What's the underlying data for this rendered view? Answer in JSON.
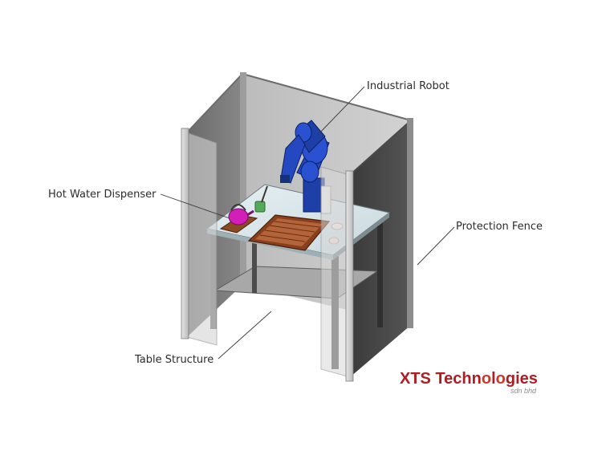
{
  "labels": {
    "industrial_robot": "Industrial Robot",
    "hot_water_dispenser": "Hot Water Dispenser",
    "protection_fence": "Protection Fence",
    "table_structure": "Table Structure"
  },
  "brand": {
    "name_prefix": "XTS Techn",
    "name_o_one": "o",
    "name_mid": "l",
    "name_o_two": "o",
    "name_suffix": "gies",
    "subtitle": "sdn bhd",
    "color": "#b01c21"
  },
  "colors": {
    "fence_panel": "#c8c8c8",
    "fence_dark": "#3c3c3c",
    "robot": "#1f3fa8",
    "kettle": "#d21fb8",
    "tray": "#9a4a22",
    "table_top": "#d8e6ea"
  }
}
